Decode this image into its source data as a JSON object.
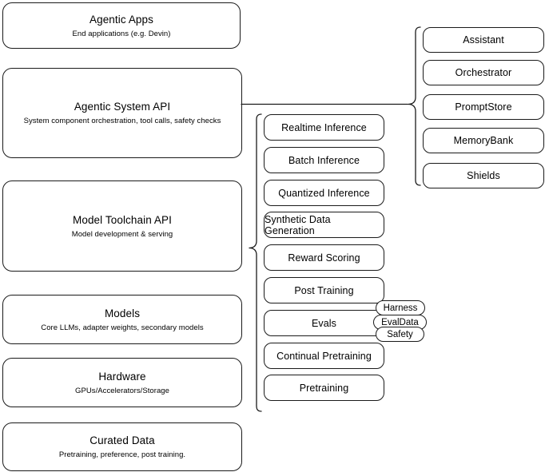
{
  "diagram": {
    "title": "AI stack layered architecture",
    "stroke_color": "#1a1a1a",
    "background_color": "#ffffff"
  },
  "layers": [
    {
      "id": "agentic-apps",
      "title": "Agentic Apps",
      "subtitle": "End applications (e.g. Devin)"
    },
    {
      "id": "agentic-system-api",
      "title": "Agentic System API",
      "subtitle": "System component orchestration, tool calls, safety checks"
    },
    {
      "id": "model-toolchain-api",
      "title": "Model Toolchain API",
      "subtitle": "Model development & serving"
    },
    {
      "id": "models",
      "title": "Models",
      "subtitle": "Core LLMs, adapter weights, secondary models"
    },
    {
      "id": "hardware",
      "title": "Hardware",
      "subtitle": "GPUs/Accelerators/Storage"
    },
    {
      "id": "curated-data",
      "title": "Curated Data",
      "subtitle": "Pretraining, preference, post training."
    }
  ],
  "toolchain_components": [
    {
      "id": "realtime-inference",
      "label": "Realtime Inference"
    },
    {
      "id": "batch-inference",
      "label": "Batch Inference"
    },
    {
      "id": "quantized-inference",
      "label": "Quantized Inference"
    },
    {
      "id": "synthetic-data-generation",
      "label": "Synthetic Data Generation"
    },
    {
      "id": "reward-scoring",
      "label": "Reward Scoring"
    },
    {
      "id": "post-training",
      "label": "Post Training"
    },
    {
      "id": "evals",
      "label": "Evals"
    },
    {
      "id": "continual-pretraining",
      "label": "Continual Pretraining"
    },
    {
      "id": "pretraining",
      "label": "Pretraining"
    }
  ],
  "evals_subcomponents": [
    {
      "id": "harness",
      "label": "Harness"
    },
    {
      "id": "evaldata",
      "label": "EvalData"
    },
    {
      "id": "safety",
      "label": "Safety"
    }
  ],
  "system_components": [
    {
      "id": "assistant",
      "label": "Assistant"
    },
    {
      "id": "orchestrator",
      "label": "Orchestrator"
    },
    {
      "id": "promptstore",
      "label": "PromptStore"
    },
    {
      "id": "memorybank",
      "label": "MemoryBank"
    },
    {
      "id": "shields",
      "label": "Shields"
    }
  ]
}
